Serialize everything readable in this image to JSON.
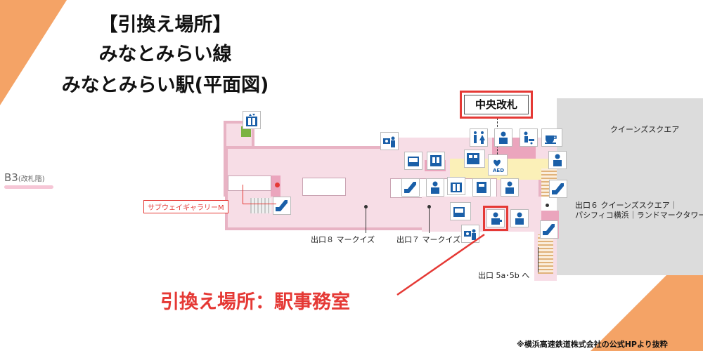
{
  "title": {
    "line1": "【引換え場所】",
    "line2": "みなとみらい線",
    "line3": "みなとみらい駅(平面図)"
  },
  "floor": {
    "code": "B3",
    "note": "(改札階)"
  },
  "gates": {
    "central": "中央改札"
  },
  "labels": {
    "queens_square": "クイーンズスクエア",
    "subway_gallery": "サブウェイギャラリーM",
    "exit8": "出口８ マークイズ",
    "exit7": "出口７ マークイズ",
    "exit6_line1": "出口６ クイーンズスクエア｜",
    "exit6_line2": "パシフィコ横浜｜ランドマークタワー",
    "exit5": "出口 5a･5b へ",
    "aed": "AED"
  },
  "annotation": {
    "exchange_place": "引換え場所：駅事務室"
  },
  "source": "※横浜高速鉄道株式会社の公式HPより抜粋",
  "colors": {
    "accent_orange": "#f4a366",
    "highlight_red": "#e53935",
    "floor_pink": "#f7dde6",
    "icon_blue": "#1a5fa8"
  },
  "icons": [
    "elevator-icon",
    "escalator-icon",
    "camera-ticket-icon",
    "restroom-icon",
    "multipurpose-restroom-icon",
    "nursing-room-icon",
    "cafe-icon",
    "info-staff-icon",
    "locker-icon",
    "ticket-machine-icon",
    "aed-icon",
    "fare-adjust-icon",
    "station-office-icon"
  ]
}
